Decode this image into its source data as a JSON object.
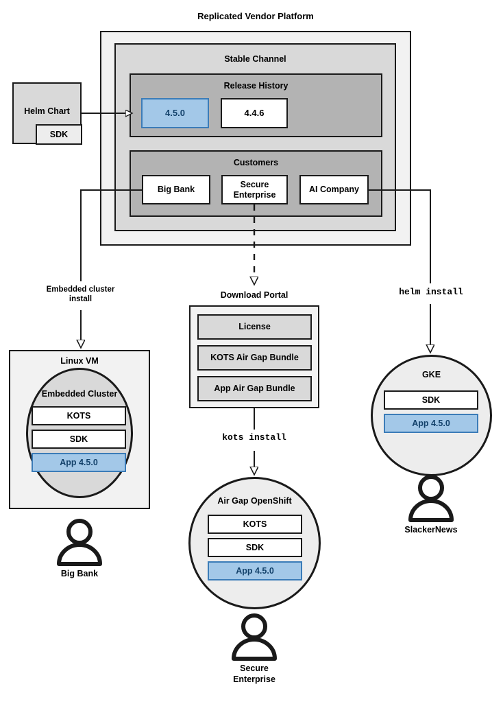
{
  "diagram": {
    "title": "Replicated Vendor Platform",
    "platform": {
      "channel_title": "Stable Channel",
      "release_history": {
        "title": "Release History",
        "releases": [
          {
            "version": "4.5.0",
            "highlighted": true
          },
          {
            "version": "4.4.6",
            "highlighted": false
          }
        ]
      },
      "customers": {
        "title": "Customers",
        "items": [
          {
            "name": "Big Bank"
          },
          {
            "name": "Secure\nEnterprise"
          },
          {
            "name": "AI Company"
          }
        ]
      }
    },
    "source": {
      "title": "Helm Chart",
      "sub": "SDK"
    },
    "edge_labels": {
      "embedded": "Embedded cluster\ninstall",
      "kots": "kots install",
      "helm": "helm install"
    },
    "download_portal": {
      "title": "Download Portal",
      "artifacts": [
        "License",
        "KOTS Air Gap Bundle",
        "App Air Gap Bundle"
      ]
    },
    "targets": [
      {
        "key": "linux-vm",
        "container_title": "Linux VM",
        "inner_title": "Embedded Cluster",
        "components": [
          {
            "label": "KOTS",
            "highlighted": false
          },
          {
            "label": "SDK",
            "highlighted": false
          },
          {
            "label": "App 4.5.0",
            "highlighted": true
          }
        ],
        "persona": "Big Bank"
      },
      {
        "key": "airgap-openshift",
        "container_title": "",
        "inner_title": "Air Gap OpenShift",
        "components": [
          {
            "label": "KOTS",
            "highlighted": false
          },
          {
            "label": "SDK",
            "highlighted": false
          },
          {
            "label": "App 4.5.0",
            "highlighted": true
          }
        ],
        "persona": "Secure\nEnterprise"
      },
      {
        "key": "gke",
        "container_title": "",
        "inner_title": "GKE",
        "components": [
          {
            "label": "SDK",
            "highlighted": false
          },
          {
            "label": "App 4.5.0",
            "highlighted": true
          }
        ],
        "persona": "SlackerNews"
      }
    ],
    "colors": {
      "highlight_fill": "#a3c8e8",
      "highlight_border": "#3b7cb8",
      "highlight_text": "#14426b",
      "frame_outer": "#f2f2f2",
      "frame_channel": "#d9d9d9",
      "frame_group": "#b3b3b3",
      "stroke": "#1a1a1a"
    }
  }
}
